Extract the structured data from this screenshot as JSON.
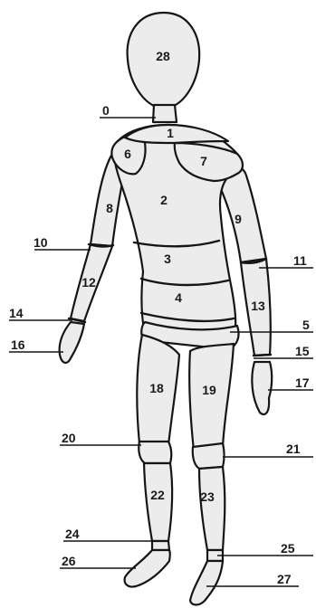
{
  "labels": {
    "l0": "0",
    "l1": "1",
    "l2": "2",
    "l3": "3",
    "l4": "4",
    "l5": "5",
    "l6": "6",
    "l7": "7",
    "l8": "8",
    "l9": "9",
    "l10": "10",
    "l11": "11",
    "l12": "12",
    "l13": "13",
    "l14": "14",
    "l15": "15",
    "l16": "16",
    "l17": "17",
    "l18": "18",
    "l19": "19",
    "l20": "20",
    "l21": "21",
    "l22": "22",
    "l23": "23",
    "l24": "24",
    "l25": "25",
    "l26": "26",
    "l27": "27",
    "l28": "28"
  }
}
